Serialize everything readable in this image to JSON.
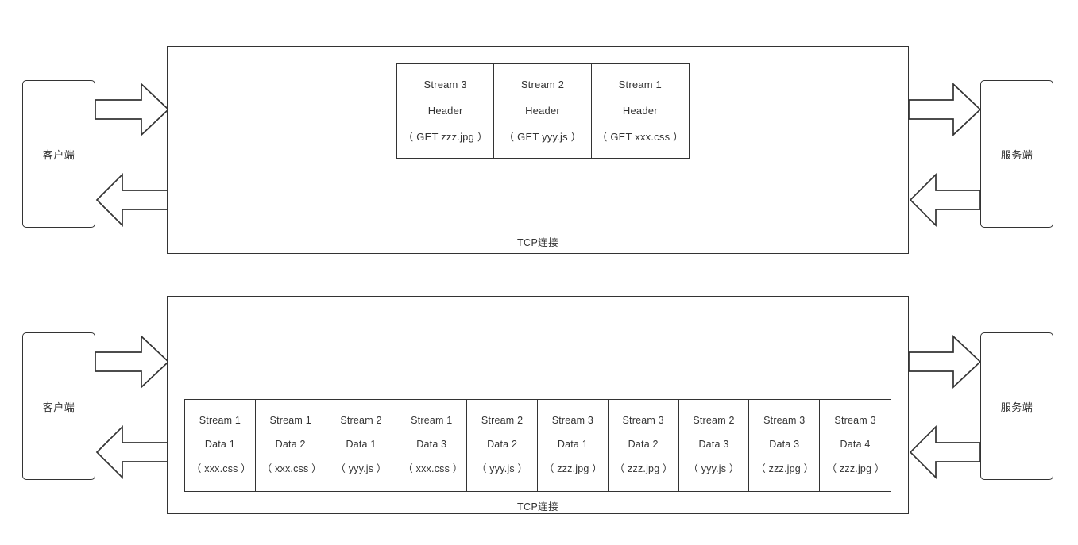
{
  "endpoints": {
    "client_label": "客户端",
    "server_label": "服务端"
  },
  "top_diagram": {
    "tcp_label": "TCP连接",
    "frames": [
      {
        "stream": "Stream 3",
        "kind": "Header",
        "resource": "（ GET zzz.jpg ）"
      },
      {
        "stream": "Stream 2",
        "kind": "Header",
        "resource": "（ GET yyy.js ）"
      },
      {
        "stream": "Stream 1",
        "kind": "Header",
        "resource": "（ GET xxx.css ）"
      }
    ]
  },
  "bottom_diagram": {
    "tcp_label": "TCP连接",
    "frames": [
      {
        "stream": "Stream 1",
        "kind": "Data 1",
        "resource": "（ xxx.css ）"
      },
      {
        "stream": "Stream 1",
        "kind": "Data 2",
        "resource": "（ xxx.css ）"
      },
      {
        "stream": "Stream 2",
        "kind": "Data 1",
        "resource": "（ yyy.js ）"
      },
      {
        "stream": "Stream 1",
        "kind": "Data 3",
        "resource": "（ xxx.css ）"
      },
      {
        "stream": "Stream 2",
        "kind": "Data 2",
        "resource": "（ yyy.js ）"
      },
      {
        "stream": "Stream 3",
        "kind": "Data 1",
        "resource": "（ zzz.jpg ）"
      },
      {
        "stream": "Stream 3",
        "kind": "Data 2",
        "resource": "（ zzz.jpg ）"
      },
      {
        "stream": "Stream 2",
        "kind": "Data 3",
        "resource": "（ yyy.js ）"
      },
      {
        "stream": "Stream 3",
        "kind": "Data 3",
        "resource": "（ zzz.jpg ）"
      },
      {
        "stream": "Stream 3",
        "kind": "Data 4",
        "resource": "（ zzz.jpg ）"
      }
    ]
  },
  "colors": {
    "stroke": "#333333",
    "background": "#ffffff"
  }
}
